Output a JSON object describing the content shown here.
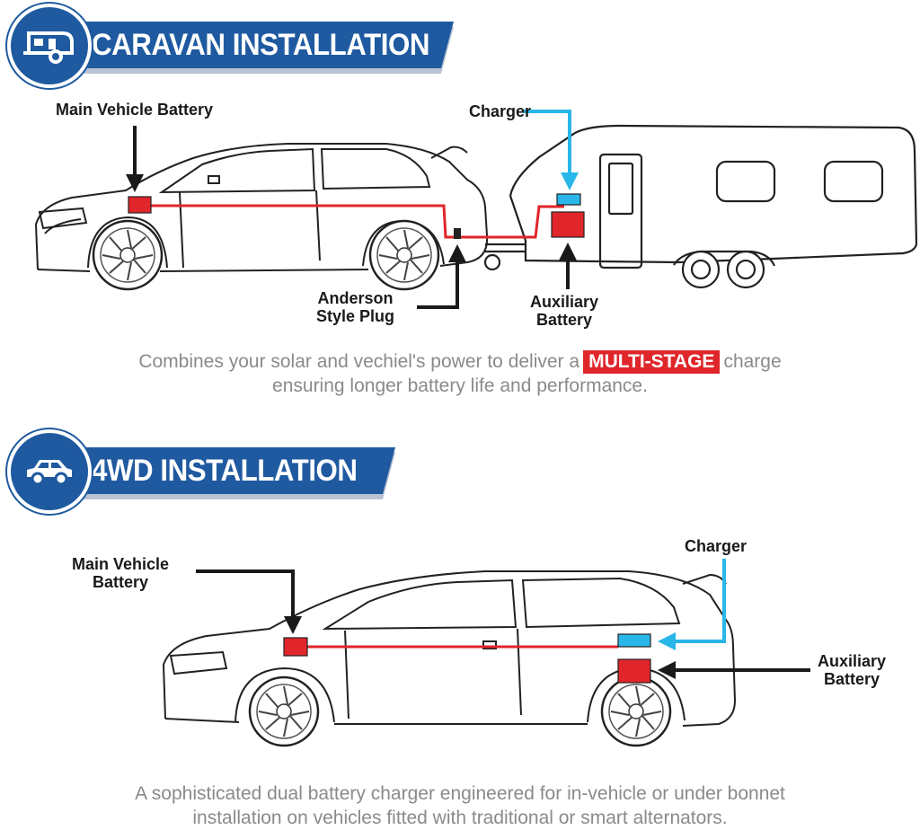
{
  "caravan_section": {
    "title": "CARAVAN INSTALLATION",
    "icon": "caravan-icon",
    "labels": {
      "main_battery": "Main Vehicle Battery",
      "charger": "Charger",
      "anderson_plug_line1": "Anderson",
      "anderson_plug_line2": "Style Plug",
      "aux_battery_line1": "Auxiliary",
      "aux_battery_line2": "Battery"
    },
    "caption": {
      "before": "Combines your solar and vechiel's power to deliver a",
      "highlight": "MULTI-STAGE",
      "after": "charge",
      "line2": "ensuring longer battery life and performance."
    }
  },
  "fwd_section": {
    "title": "4WD INSTALLATION",
    "icon": "car-icon",
    "labels": {
      "main_battery_line1": "Main Vehicle",
      "main_battery_line2": "Battery",
      "charger": "Charger",
      "aux_battery_line1": "Auxiliary",
      "aux_battery_line2": "Battery"
    },
    "caption": {
      "line1": "A sophisticated dual battery charger engineered for in-vehicle or under bonnet",
      "line2": "installation on vehicles fitted with traditional or smart alternators."
    }
  },
  "colors": {
    "brand_blue": "#1f5aa0",
    "wire_red": "#e0262b",
    "charger_blue": "#29b6e8",
    "arrow_black": "#1a1a1a",
    "caption_gray": "#8a8a8a"
  }
}
